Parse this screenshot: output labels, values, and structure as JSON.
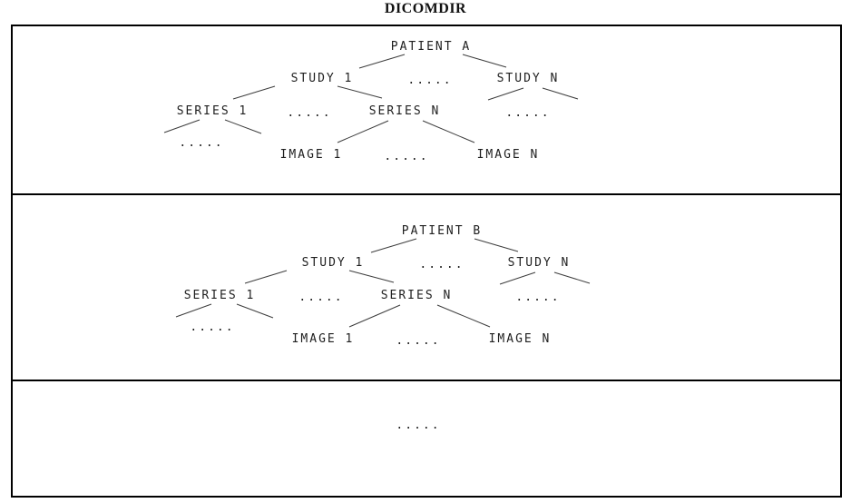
{
  "title": "DICOMDIR",
  "colors": {
    "border": "#000000",
    "connector_line": "#3d3d3d",
    "text": "#1f1f1f",
    "background": "#ffffff"
  },
  "trees": [
    {
      "id": "patient-a",
      "root": "PATIENT A",
      "study_first": "STUDY 1",
      "study_ellipsis": ".....",
      "study_last": "STUDY N",
      "series_first": "SERIES 1",
      "series_ellipsis": ".....",
      "series_last": "SERIES N",
      "study_last_children_ellipsis": ".....",
      "series_first_children_ellipsis": ".....",
      "image_first": "IMAGE 1",
      "image_ellipsis": ".....",
      "image_last": "IMAGE N"
    },
    {
      "id": "patient-b",
      "root": "PATIENT B",
      "study_first": "STUDY 1",
      "study_ellipsis": ".....",
      "study_last": "STUDY N",
      "series_first": "SERIES 1",
      "series_ellipsis": ".....",
      "series_last": "SERIES N",
      "study_last_children_ellipsis": ".....",
      "series_first_children_ellipsis": ".....",
      "image_first": "IMAGE 1",
      "image_ellipsis": ".....",
      "image_last": "IMAGE N"
    }
  ],
  "more_patients_ellipsis": "....."
}
